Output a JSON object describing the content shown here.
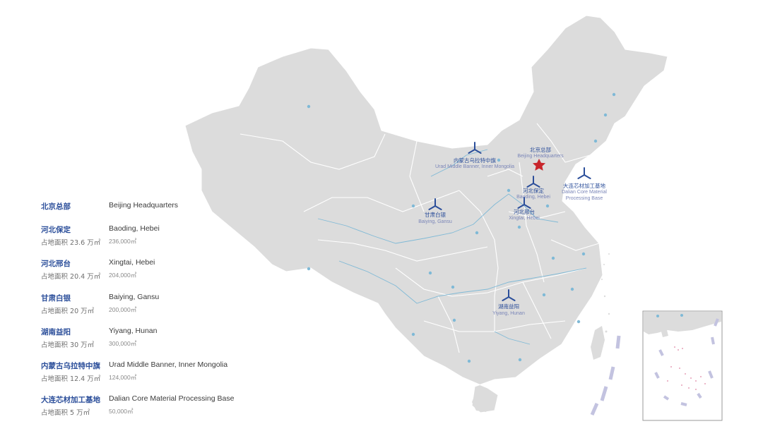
{
  "legend": [
    {
      "cn": "北京总部",
      "en": "Beijing Headquarters",
      "area": "",
      "sqm": ""
    },
    {
      "cn": "河北保定",
      "en": "Baoding, Hebei",
      "area": "占地面积 23.6 万㎡",
      "sqm": "236,000㎡"
    },
    {
      "cn": "河北邢台",
      "en": "Xingtai, Hebei",
      "area": "占地面积 20.4 万㎡",
      "sqm": "204,000㎡"
    },
    {
      "cn": "甘肃白银",
      "en": "Baiying, Gansu",
      "area": "占地面积 20 万㎡",
      "sqm": "200,000㎡"
    },
    {
      "cn": "湖南益阳",
      "en": "Yiyang, Hunan",
      "area": "占地面积 30 万㎡",
      "sqm": "300,000㎡"
    },
    {
      "cn": "内蒙古乌拉特中旗",
      "en": "Urad Middle Banner, Inner Mongolia",
      "area": "占地面积 12.4 万㎡",
      "sqm": "124,000㎡"
    },
    {
      "cn": "大连芯材加工基地",
      "en": "Dalian Core Material Processing Base",
      "area": "占地面积 5 万㎡",
      "sqm": "50,000㎡"
    }
  ],
  "sites": {
    "hq": {
      "cn": "北京总部",
      "en": "Beijing Headquarters"
    },
    "urad": {
      "cn": "内蒙古乌拉特中旗",
      "en": "Urad Middle Banner, Inner Mongolia"
    },
    "dalian": {
      "cn": "大连芯材加工基地",
      "en1": "Dalian Core Material",
      "en2": "Processing Base"
    },
    "baoding": {
      "cn": "河北保定",
      "en": "Baoding, Hebei"
    },
    "xingtai": {
      "cn": "河北邢台",
      "en": "Xingtai, Hebei"
    },
    "gansu": {
      "cn": "甘肃白银",
      "en": "Baiying, Gansu"
    },
    "hunan": {
      "cn": "湖南益阳",
      "en": "Yiyang, Hunan"
    }
  },
  "colors": {
    "land": "#dcdcdc",
    "border": "#ffffff",
    "river": "#7fb9d6",
    "site": "#2b4e9a",
    "hq_star": "#c8252b",
    "inset_frame": "#9a9a9a",
    "dash_line": "#c3c3e0"
  },
  "icons": {
    "hq": "star-icon",
    "site": "wind-turbine-icon",
    "city": "dot-icon"
  }
}
